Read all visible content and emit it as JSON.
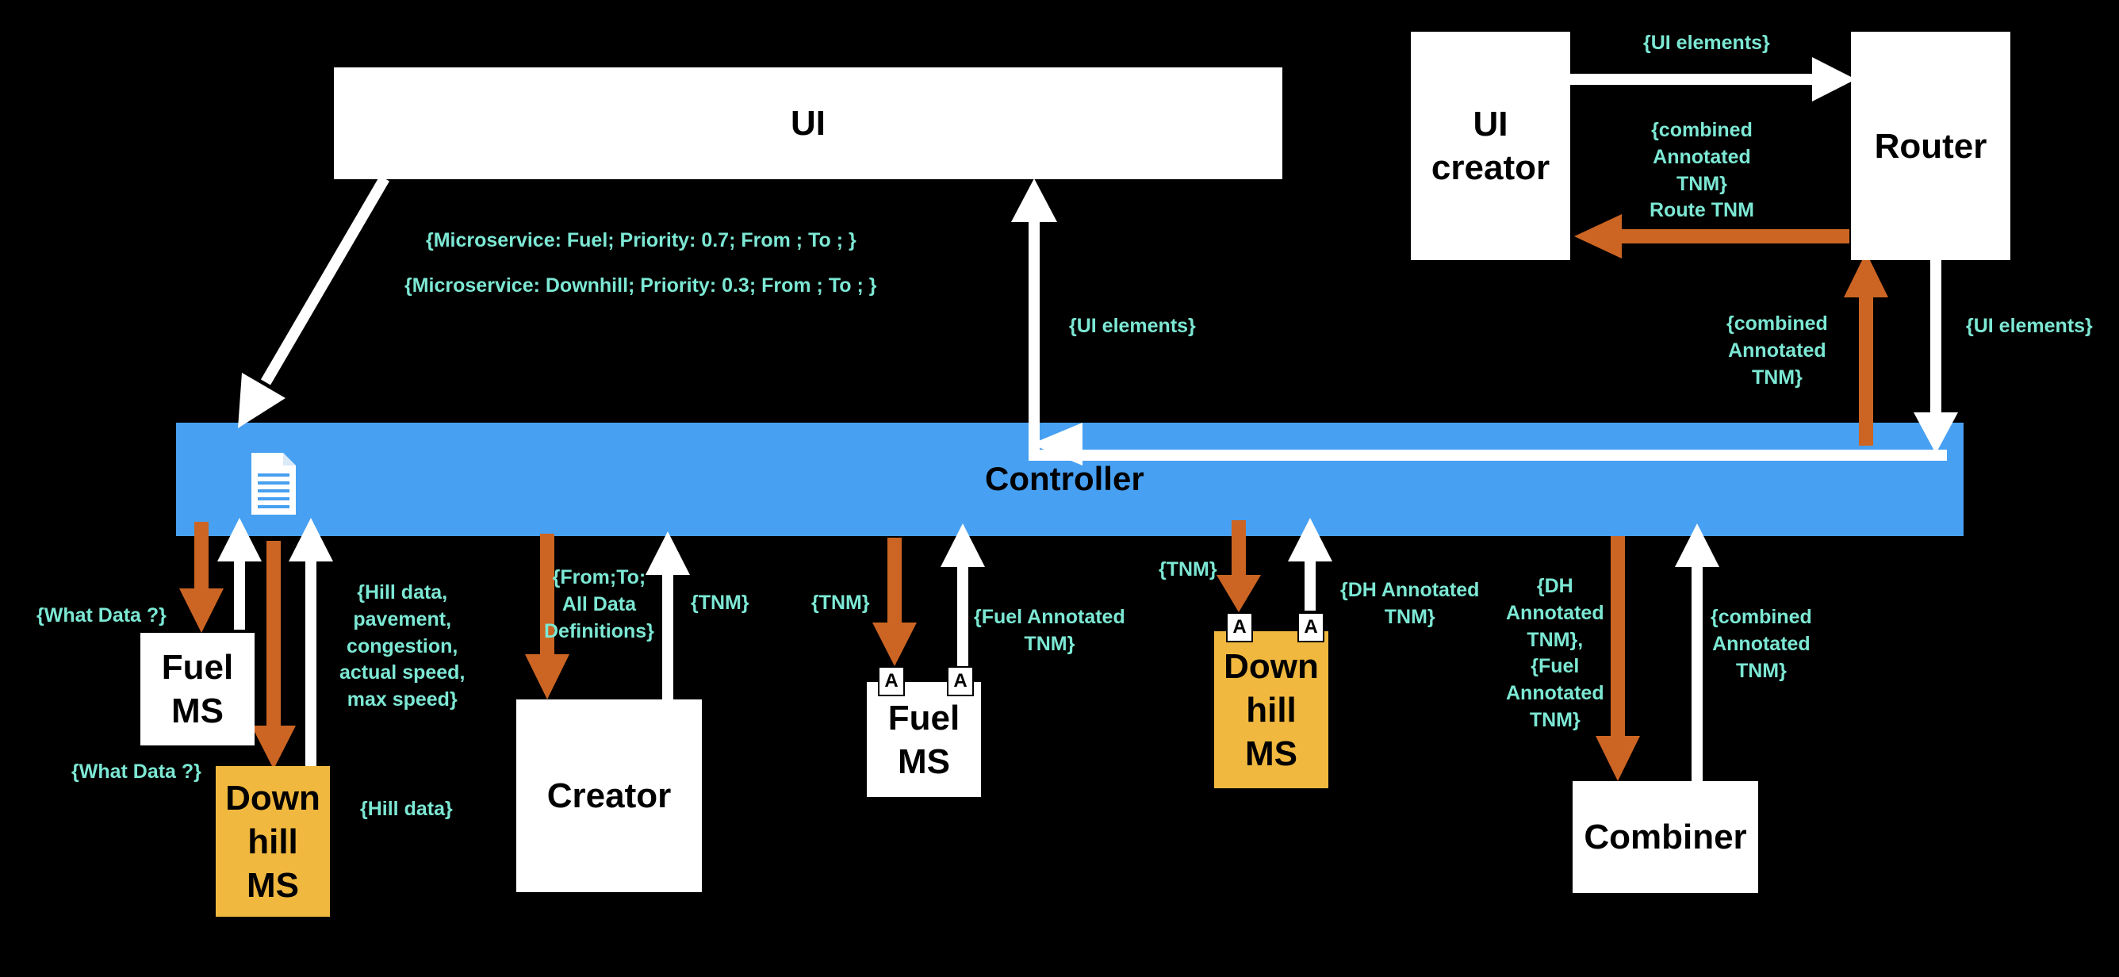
{
  "colors": {
    "background": "#000000",
    "controller": "#47a0f1",
    "label_text": "#7ce8d4",
    "orange_arrow": "#cc6523",
    "white_arrow": "#ffffff",
    "microservice_box": "#f0b83f"
  },
  "nodes": {
    "ui": "UI",
    "ui_creator": [
      "UI",
      "creator"
    ],
    "router": "Router",
    "controller": "Controller",
    "fuel_ms_left": [
      "Fuel",
      "MS"
    ],
    "downhill_ms_left": [
      "Down",
      "hill",
      "MS"
    ],
    "creator": "Creator",
    "fuel_ms_mid": [
      "Fuel",
      "MS"
    ],
    "downhill_ms_mid": [
      "Down",
      "hill",
      "MS"
    ],
    "combiner": "Combiner",
    "badge": "A"
  },
  "labels": {
    "ui_elements_top": "{UI elements}",
    "combined_route": [
      "{combined",
      "Annotated",
      "TNM}",
      "Route TNM"
    ],
    "microservice_fuel": "{Microservice: Fuel; Priority: 0.7; From ; To ; }",
    "microservice_downhill": "{Microservice: Downhill; Priority: 0.3; From ; To ; }",
    "ui_elements_left": "{UI elements}",
    "combined_right": [
      "{combined",
      "Annotated",
      "TNM}"
    ],
    "ui_elements_right": "{UI elements}",
    "what_data_1": "{What Data ?}",
    "what_data_2": "{What Data ?}",
    "hill_data_list": [
      "{Hill data,",
      "pavement,",
      "congestion,",
      "actual speed,",
      "max speed}"
    ],
    "hill_data": "{Hill data}",
    "from_to": [
      "{From;To;",
      "All Data",
      "Definitions}"
    ],
    "tnm_creator": "{TNM}",
    "tnm_fuel": "{TNM}",
    "fuel_annotated": [
      "{Fuel Annotated",
      "TNM}"
    ],
    "tnm_dh": "{TNM}",
    "dh_annotated": [
      "{DH Annotated",
      "TNM}"
    ],
    "dh_fuel_annotated": [
      "{DH",
      "Annotated",
      "TNM},",
      "{Fuel",
      "Annotated",
      "TNM}"
    ],
    "combined_combiner": [
      "{combined",
      "Annotated",
      "TNM}"
    ]
  },
  "icons": {
    "document": "document-icon"
  }
}
